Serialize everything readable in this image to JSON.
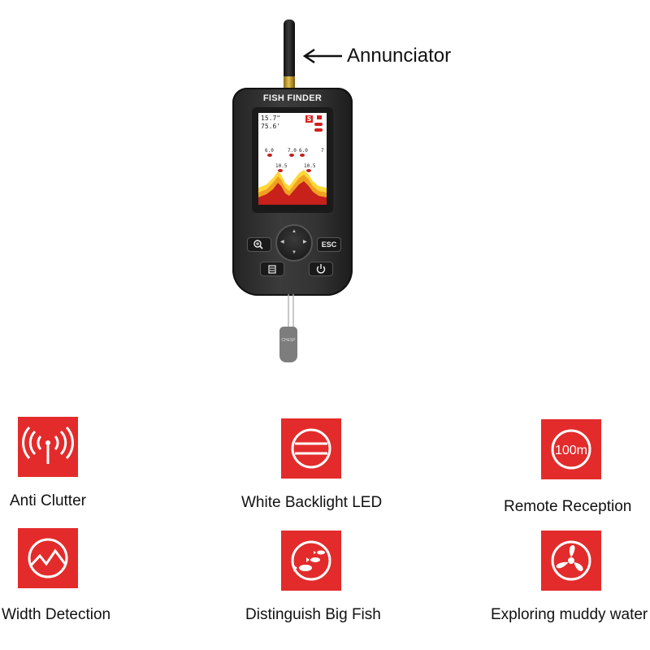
{
  "callout": {
    "label": "Annunciator"
  },
  "device": {
    "brand": "FISH FINDER",
    "screen": {
      "depth": "15.7\"",
      "temperature": "75.6'",
      "mode_badge": "S",
      "fish_markers": [
        {
          "label": "6.0"
        },
        {
          "label": "7.0"
        },
        {
          "label": "6.0"
        },
        {
          "label": "7"
        },
        {
          "label": "10.5"
        },
        {
          "label": "10.5"
        }
      ]
    },
    "buttons": {
      "zoom_icon": "zoom-in-icon",
      "esc": "ESC",
      "menu_icon": "menu-icon",
      "power_icon": "power-icon"
    },
    "tag_text": "CHESP"
  },
  "features": [
    {
      "label": "Anti Clutter",
      "icon": "signal-waves-icon"
    },
    {
      "label": "White Backlight LED",
      "icon": "backlight-icon"
    },
    {
      "label": "Remote Reception",
      "icon": "range-icon",
      "icon_text": "100m"
    },
    {
      "label": "Width Detection",
      "icon": "width-detection-icon"
    },
    {
      "label": "Distinguish Big Fish",
      "icon": "fish-icon"
    },
    {
      "label": "Exploring muddy water",
      "icon": "propeller-icon"
    }
  ],
  "colors": {
    "accent": "#e32b2b",
    "sonar_bottom": "#c8201a",
    "sonar_mid": "#f0a020",
    "sonar_top": "#ffd83a"
  }
}
